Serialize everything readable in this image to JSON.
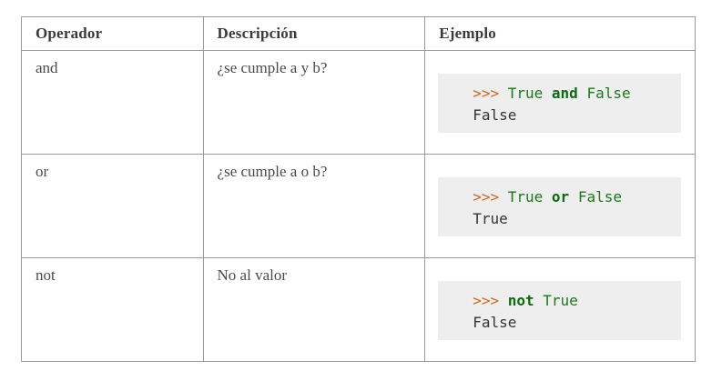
{
  "table": {
    "headers": [
      "Operador",
      "Descripción",
      "Ejemplo"
    ],
    "rows": [
      {
        "operator": "and",
        "description": "¿se cumple a y b?",
        "example": {
          "prompt": ">>>",
          "tokens": [
            "True",
            "and",
            "False"
          ],
          "output": "False"
        }
      },
      {
        "operator": "or",
        "description": "¿se cumple a o b?",
        "example": {
          "prompt": ">>>",
          "tokens": [
            "True",
            "or",
            "False"
          ],
          "output": "True"
        }
      },
      {
        "operator": "not",
        "description": "No al valor",
        "example": {
          "prompt": ">>>",
          "tokens": [
            "not",
            "True"
          ],
          "output": "False"
        }
      }
    ]
  },
  "colors": {
    "prompt": "#c7681c",
    "keyword": "#0e6b0e",
    "value": "#1a7a1a",
    "code_bg": "#eeeeee",
    "border": "#9a9a9a"
  }
}
